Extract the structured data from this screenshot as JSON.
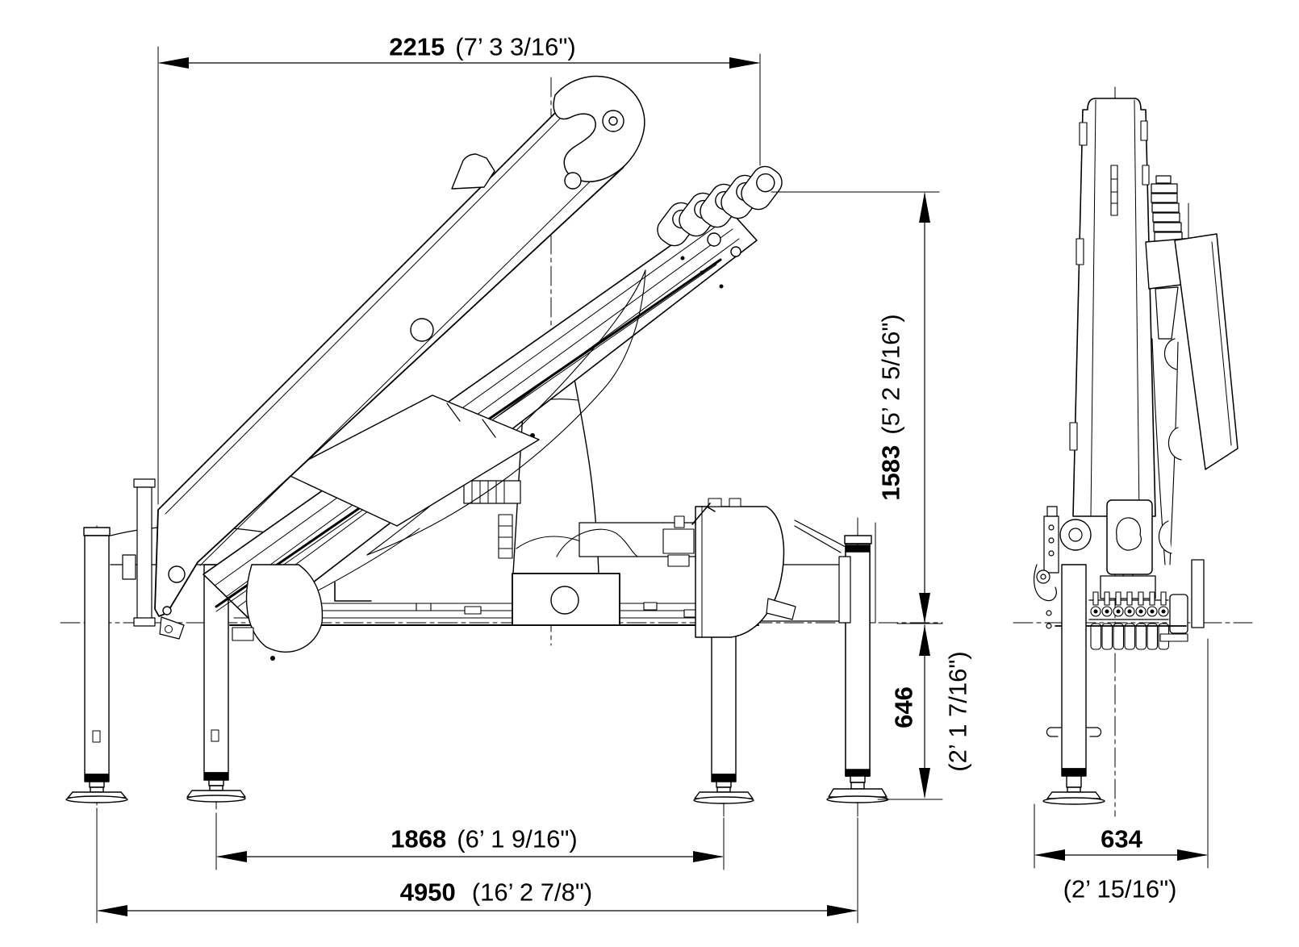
{
  "drawing": {
    "type": "crane-outline-dimension-drawing",
    "colors": {
      "line": "#000000",
      "background": "#ffffff"
    }
  },
  "dimensions": {
    "top_width": {
      "mm": "2215",
      "imperial": "(7’ 3 3/16\")"
    },
    "boom_height": {
      "mm": "1583",
      "imperial": "(5’ 2 5/16\")"
    },
    "mount_height": {
      "mm": "646",
      "imperial": "(2’ 1 7/16\")"
    },
    "inner_span": {
      "mm": "1868",
      "imperial": "(6’ 1 9/16\")"
    },
    "outer_span": {
      "mm": "4950",
      "imperial": "(16’ 2 7/8\")"
    },
    "rear_width": {
      "mm": "634",
      "imperial": "(2’ 15/16\")"
    }
  }
}
